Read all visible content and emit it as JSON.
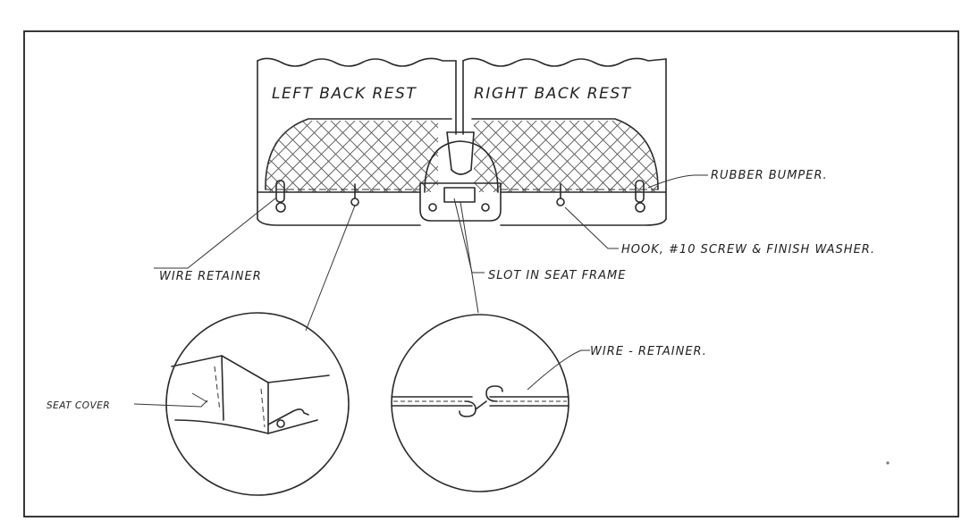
{
  "labels": {
    "left_back_rest": "LEFT BACK REST",
    "right_back_rest": "RIGHT BACK REST",
    "rubber_bumper": "RUBBER BUMPER.",
    "hook_screw_washer": "HOOK, #10 SCREW & FINISH WASHER.",
    "wire_retainer_left": "WIRE RETAINER",
    "slot_in_seat_frame": "SLOT IN SEAT FRAME",
    "wire_retainer_detail": "WIRE - RETAINER.",
    "seat_cover": "SEAT COVER"
  },
  "colors": {
    "ink": "#2a2a2a",
    "paper": "#ffffff"
  }
}
